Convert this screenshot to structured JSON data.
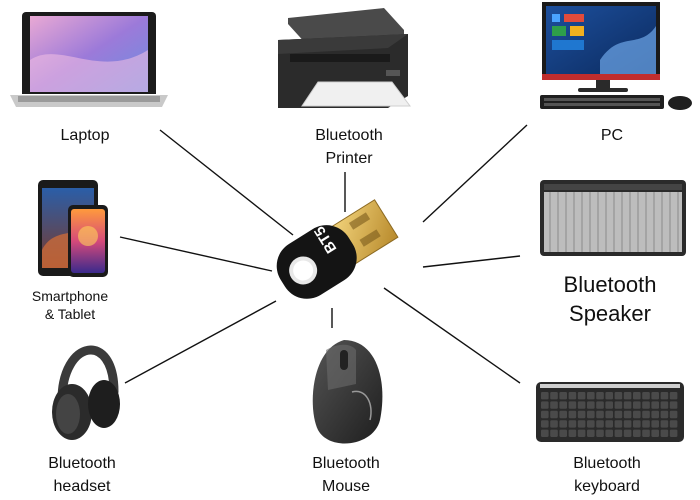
{
  "hub": {
    "label": "BT5.0",
    "colors": {
      "body": "#141414",
      "plug": "#d6ad4f"
    }
  },
  "devices": [
    {
      "key": "laptop",
      "icon": "laptop-icon",
      "lines": [
        "Laptop"
      ]
    },
    {
      "key": "printer",
      "icon": "printer-icon",
      "lines": [
        "Bluetooth",
        "Printer"
      ]
    },
    {
      "key": "pc",
      "icon": "desktop-pc-icon",
      "lines": [
        "PC"
      ]
    },
    {
      "key": "smartphone",
      "icon": "smartphone-tablet-icon",
      "lines": [
        "Smartphone",
        "& Tablet"
      ]
    },
    {
      "key": "speaker",
      "icon": "speaker-icon",
      "lines": [
        "Bluetooth",
        "Speaker"
      ]
    },
    {
      "key": "headset",
      "icon": "headset-icon",
      "lines": [
        "Bluetooth",
        "headset"
      ]
    },
    {
      "key": "mouse",
      "icon": "mouse-icon",
      "lines": [
        "Bluetooth",
        "Mouse"
      ]
    },
    {
      "key": "keyboard",
      "icon": "keyboard-icon",
      "lines": [
        "Bluetooth",
        "keyboard"
      ]
    }
  ],
  "colors": {
    "connector": "#111111",
    "device_dark": "#2a2a2a",
    "screen_accent": "#8e6bd8"
  }
}
